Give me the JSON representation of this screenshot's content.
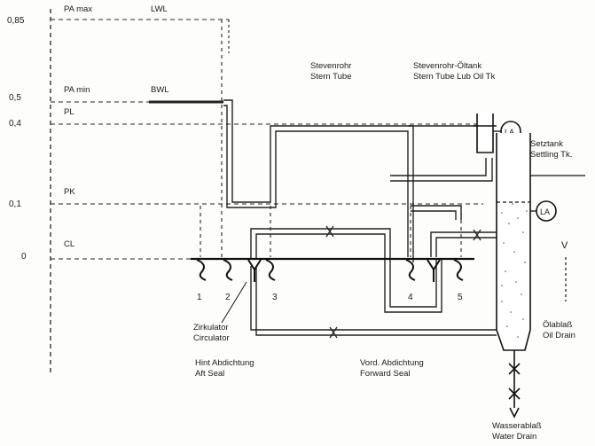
{
  "levels": {
    "v085": "0,85",
    "v05": "0,5",
    "v04": "0,4",
    "v01": "0,1",
    "v0": "0",
    "pamax": "PA max",
    "lwl": "LWL",
    "pamin": "PA min",
    "bwl": "BWL",
    "pl": "PL",
    "pk": "PK",
    "cl": "CL"
  },
  "labels": {
    "stern_tube_de": "Stevenrohr",
    "stern_tube_en": "Stern Tube",
    "oil_tank_de": "Stevenrohr-Öltank",
    "oil_tank_en": "Stern Tube Lub Oil Tk",
    "settling_de": "Setztank",
    "settling_en": "Settling Tk.",
    "circulator_de": "Zirkulator",
    "circulator_en": "Circulator",
    "aft_seal_de": "Hint Abdichtung",
    "aft_seal_en": "Aft Seal",
    "fwd_seal_de": "Vord. Abdichtung",
    "fwd_seal_en": "Forward Seal",
    "oil_drain_de": "Ölablaß",
    "oil_drain_en": "Oil Drain",
    "water_drain_de": "Wasserablaß",
    "water_drain_en": "Water Drain",
    "la1": "LA",
    "la2": "LA",
    "v": "V",
    "n1": "1",
    "n2": "2",
    "n3": "3",
    "n4": "4",
    "n5": "5"
  }
}
